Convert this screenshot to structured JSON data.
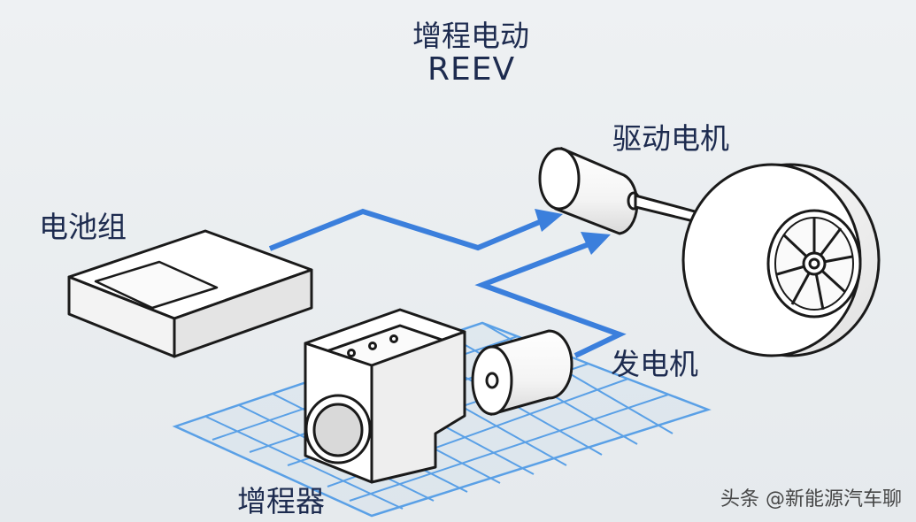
{
  "diagram": {
    "title_zh": "增程电动",
    "title_en": "REEV",
    "labels": {
      "battery": "电池组",
      "drive_motor": "驱动电机",
      "generator": "发电机",
      "range_extender": "增程器"
    },
    "watermark": "头条 @新能源汽车聊",
    "colors": {
      "flow_arrow": "#3b7fdc",
      "grid": "#5aa0e6",
      "outline": "#1a1a1a",
      "fill": "#ffffff",
      "text": "#1d2b4f",
      "background": "#e9edf0"
    }
  }
}
